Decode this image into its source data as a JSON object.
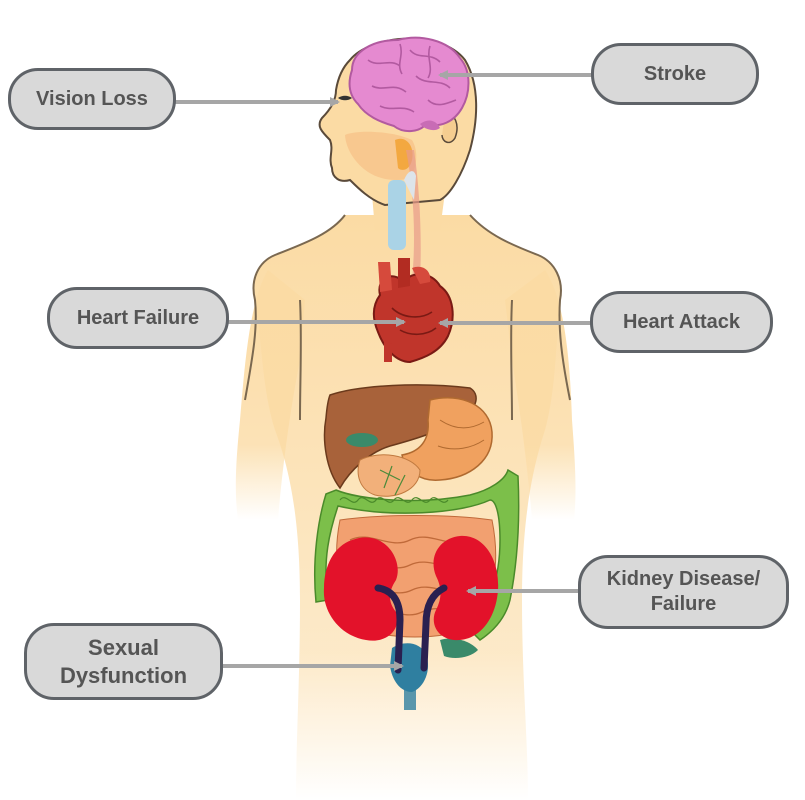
{
  "labels": {
    "vision_loss": "Vision Loss",
    "stroke": "Stroke",
    "heart_failure": "Heart Failure",
    "heart_attack": "Heart Attack",
    "kidney_line1": "Kidney Disease/",
    "kidney_line2": "Failure",
    "sexual_line1": "Sexual",
    "sexual_line2": "Dysfunction"
  },
  "colors": {
    "skin": "#fbdba4",
    "outline": "#5a4a3a",
    "brain": "#e58ad0",
    "heart": "#c0352b",
    "liver": "#a8623a",
    "stomach": "#f0a15f",
    "intestine_large": "#7cbf4a",
    "intestine_small": "#f2a070",
    "kidney": "#e3122a",
    "ureter": "#2a2050",
    "bladder": "#2f7fa0",
    "label_fill": "#d9d9d9",
    "label_border": "#5f6368",
    "label_text": "#555555",
    "arrow": "#a6a6a6"
  },
  "icons": [
    "human-body-figure",
    "brain-organ",
    "heart-organ",
    "kidney-organ"
  ]
}
